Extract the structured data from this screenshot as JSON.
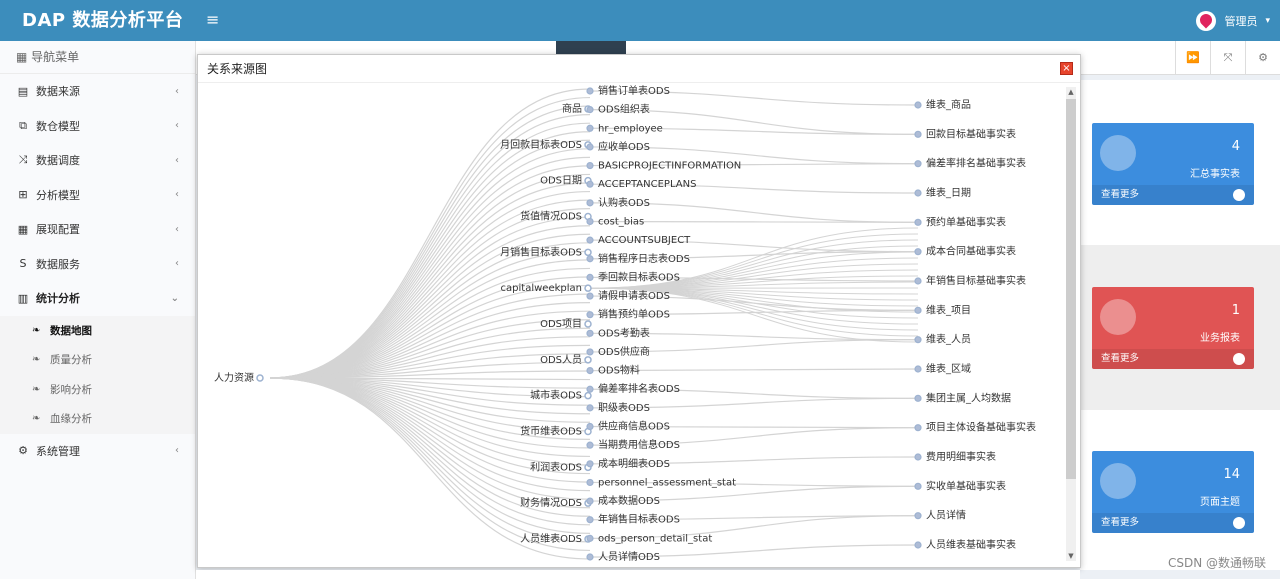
{
  "app": {
    "title": "DAP 数据分析平台",
    "menu_toggle": "≡",
    "user_name": "管理员",
    "user_caret": "▾"
  },
  "sidebar": {
    "header": "导航菜单",
    "items": [
      {
        "label": "数据来源",
        "icon": "database-icon",
        "glyph": "▤",
        "chev": "‹"
      },
      {
        "label": "数仓模型",
        "icon": "cubes-icon",
        "glyph": "⧉",
        "chev": "‹"
      },
      {
        "label": "数据调度",
        "icon": "shuffle-icon",
        "glyph": "⤨",
        "chev": "‹"
      },
      {
        "label": "分析模型",
        "icon": "sitemap-icon",
        "glyph": "⊞",
        "chev": "‹"
      },
      {
        "label": "展现配置",
        "icon": "film-icon",
        "glyph": "▦",
        "chev": "‹"
      },
      {
        "label": "数据服务",
        "icon": "dollar-icon",
        "glyph": "S",
        "chev": "‹"
      },
      {
        "label": "统计分析",
        "icon": "bar-chart-icon",
        "glyph": "▥",
        "chev": "⌄"
      }
    ],
    "sub_items": [
      {
        "label": "数据地图",
        "icon": "leaf-icon",
        "glyph": "❧"
      },
      {
        "label": "质量分析",
        "icon": "leaf-icon",
        "glyph": "❧"
      },
      {
        "label": "影响分析",
        "icon": "leaf-icon",
        "glyph": "❧"
      },
      {
        "label": "血缘分析",
        "icon": "leaf-icon",
        "glyph": "❧"
      }
    ],
    "system": {
      "label": "系统管理",
      "icon": "gear-icon",
      "glyph": "⚙",
      "chev": "‹"
    }
  },
  "tab_tools": [
    {
      "name": "forward-icon",
      "glyph": "⏩"
    },
    {
      "name": "fullscreen-icon",
      "glyph": "⤧"
    },
    {
      "name": "settings-icon",
      "glyph": "⚙"
    }
  ],
  "cards": [
    {
      "number": "4",
      "title": "汇总事实表",
      "more": "查看更多",
      "color": "#3c8dde"
    },
    {
      "number": "1",
      "title": "业务报表",
      "more": "查看更多",
      "color": "#e05454"
    },
    {
      "number": "14",
      "title": "页面主题",
      "more": "查看更多",
      "color": "#3c8dde"
    }
  ],
  "modal": {
    "title": "关系来源图",
    "close": "×"
  },
  "tree": {
    "root": "人力资源",
    "level1": [
      "商品",
      "月回款目标表ODS",
      "ODS日期",
      "货值情况ODS",
      "月销售目标表ODS",
      "capitalweekplan",
      "ODS项目",
      "ODS人员",
      "城市表ODS",
      "货币维表ODS",
      "利润表ODS",
      "财务情况ODS",
      "人员维表ODS"
    ],
    "level2": [
      "销售订单表ODS",
      "ODS组织表",
      "hr_employee",
      "应收单ODS",
      "BASICPROJECTINFORMATION",
      "ACCEPTANCEPLANS",
      "认购表ODS",
      "cost_bias",
      "ACCOUNTSUBJECT",
      "销售程序日志表ODS",
      "季回款目标表ODS",
      "请假申请表ODS",
      "销售预约单ODS",
      "ODS考勤表",
      "ODS供应商",
      "ODS物料",
      "偏差率排名表ODS",
      "职级表ODS",
      "供应商信息ODS",
      "当期费用信息ODS",
      "成本明细表ODS",
      "personnel_assessment_stat",
      "成本数据ODS",
      "年销售目标表ODS",
      "ods_person_detail_stat",
      "人员详情ODS"
    ],
    "level3": [
      "维表_商品",
      "回款目标基础事实表",
      "偏差率排名基础事实表",
      "维表_日期",
      "预约单基础事实表",
      "成本合同基础事实表",
      "年销售目标基础事实表",
      "维表_项目",
      "维表_人员",
      "维表_区域",
      "集团主属_人均数据",
      "项目主体设备基础事实表",
      "费用明细事实表",
      "实收单基础事实表",
      "人员详情",
      "人员维表基础事实表"
    ]
  },
  "watermark": "CSDN @数通畅联"
}
